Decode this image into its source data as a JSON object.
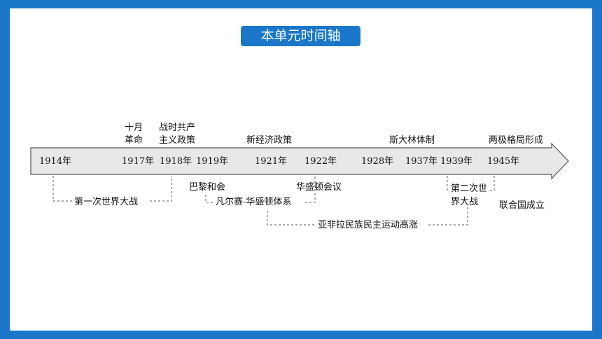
{
  "title": "本单元时间轴",
  "years": [
    "1914年",
    "1917年",
    "1918年",
    "1919年",
    "1921年",
    "1922年",
    "1928年",
    "1937年",
    "1939年",
    "1945年"
  ],
  "above": {
    "oct_rev_1": "十月",
    "oct_rev_2": "革命",
    "war_comm_1": "战时共产",
    "war_comm_2": "主义政策",
    "nep": "新经济政策",
    "stalin": "斯大林体制",
    "bipolar": "两极格局形成"
  },
  "below": {
    "ww1": "第一次世界大战",
    "paris": "巴黎和会",
    "washington": "华盛顿会议",
    "versailles": "凡尔赛-华盛顿体系",
    "ww2_1": "第二次世",
    "ww2_2": "界大战",
    "un": "联合国成立",
    "national": "亚非拉民族民主运动高涨"
  },
  "colors": {
    "frame": "#1a77c9",
    "arrow_fill": "#e8e8e8",
    "arrow_stroke": "#555555"
  }
}
